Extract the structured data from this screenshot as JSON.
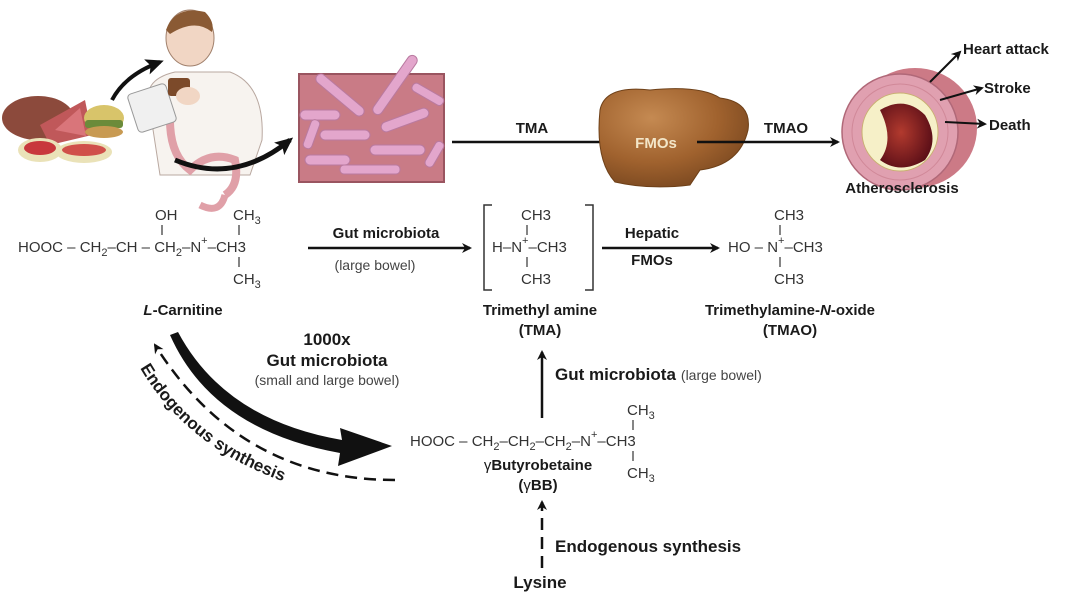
{
  "top_pathway": {
    "tma_label": "TMA",
    "fmos_label": "FMOs",
    "tmao_label": "TMAO",
    "outcome_label": "Atherosclerosis",
    "consequences": [
      "Heart attack",
      "Stroke",
      "Death"
    ]
  },
  "illustrations": {
    "food": "red-meat-and-burger-illustration",
    "person": "person-eating-illustration",
    "bacteria": "gut-bacteria-illustration",
    "liver": "liver-illustration",
    "artery": "atherosclerotic-artery-illustration"
  },
  "colors": {
    "liver": "#a0622e",
    "bacteria_bg": "#c97b86",
    "bacteria_rod": "#e3a6cc",
    "artery_wall": "#e0a0b0",
    "plaque": "#f6f0c8",
    "lumen": "#6e1420",
    "fmos_text": "#f3e6c8"
  },
  "carnitine": {
    "formula_main": "HOOC",
    "ch2_a": "CH",
    "ch": "CH",
    "ch2_b": "CH",
    "oh": "OH",
    "n": "N",
    "charge": "+",
    "methyl": "CH",
    "sub2": "2",
    "sub3": "3",
    "name_prefix": "L",
    "name_suffix": "-Carnitine"
  },
  "step1": {
    "label": "Gut microbiota",
    "sublabel": "(large bowel)"
  },
  "tma": {
    "h": "H",
    "n": "N",
    "charge": "+",
    "methyl": "CH",
    "sub3": "3",
    "name": "Trimethyl amine",
    "abbrev": "(TMA)"
  },
  "step2": {
    "label_line1": "Hepatic",
    "label_line2": "FMOs"
  },
  "tmao": {
    "ho": "HO",
    "n": "N",
    "charge": "+",
    "methyl": "CH",
    "sub3": "3",
    "name_prefix": "Trimethylamine-",
    "name_italic": "N",
    "name_suffix": "-oxide",
    "abbrev": "(TMAO)"
  },
  "carnitine_to_gbb": {
    "factor": "1000x",
    "label": "Gut microbiota",
    "sublabel": "(small and large bowel)",
    "reverse_label": "Endogenous synthesis"
  },
  "gbb_to_tma": {
    "label": "Gut microbiota",
    "sublabel": "(large bowel)"
  },
  "gbb": {
    "formula_main": "HOOC",
    "ch2": "CH",
    "n": "N",
    "charge": "+",
    "methyl": "CH",
    "sub2": "2",
    "sub3": "3",
    "name_gamma": "γ",
    "name": "Butyrobetaine",
    "abbrev_open": "(",
    "abbrev_gamma": "γ",
    "abbrev_close": "BB)"
  },
  "lysine_step": {
    "label": "Endogenous synthesis",
    "source": "Lysine"
  }
}
